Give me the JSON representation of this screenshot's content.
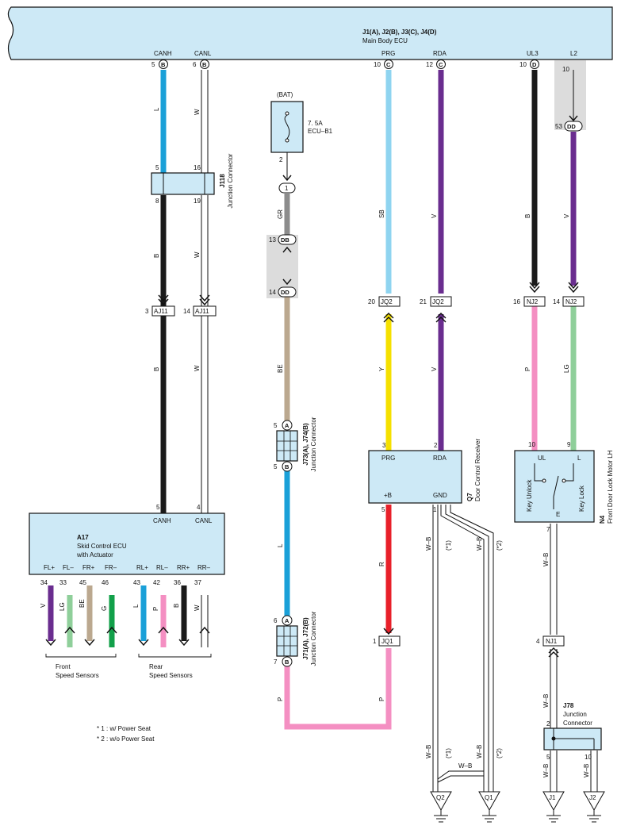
{
  "ecu_main": {
    "title": "J1(A), J2(B), J3(C), J4(D)",
    "name": "Main Body ECU",
    "pins": {
      "canh": {
        "label": "CANH",
        "num": "5",
        "conn": "B"
      },
      "canl": {
        "label": "CANL",
        "num": "6",
        "conn": "B"
      },
      "prg": {
        "label": "PRG",
        "num": "10",
        "conn": "C"
      },
      "rda": {
        "label": "RDA",
        "num": "12",
        "conn": "C"
      },
      "ul3": {
        "label": "UL3",
        "num": "10",
        "conn": "D"
      },
      "l2": {
        "label": "L2",
        "num": "10"
      }
    }
  },
  "j118": {
    "id": "J118",
    "name": "Junction Connector",
    "pin_in_l": "5",
    "pin_in_r": "16",
    "pin_out_l": "8",
    "pin_out_r": "19"
  },
  "aj11": {
    "label": "AJ11",
    "pin_l": "3",
    "pin_r": "14"
  },
  "fuse": {
    "source": "(BAT)",
    "rating": "7. 5A",
    "name": "ECU–B1",
    "pin": "2"
  },
  "junction_1": "1",
  "db": {
    "num": "13",
    "label": "DB"
  },
  "dd1": {
    "num": "14",
    "label": "DD"
  },
  "dd2": {
    "num": "53",
    "label": "DD"
  },
  "j73": {
    "id": "J73(A), J74(B)",
    "name": "Junction Connector",
    "pin_top": "5",
    "conn_top": "A",
    "pin_bot": "5",
    "conn_bot": "B"
  },
  "j71": {
    "id": "J71(A), J72(B)",
    "name": "Junction Connector",
    "pin_top": "6",
    "conn_top": "A",
    "pin_bot": "7",
    "conn_bot": "B"
  },
  "jq2": {
    "label": "JQ2",
    "pin_l": "20",
    "pin_r": "21"
  },
  "jq1": {
    "label": "JQ1",
    "pin": "1"
  },
  "nj2": {
    "label": "NJ2",
    "pin_l": "16",
    "pin_r": "14"
  },
  "nj1": {
    "label": "NJ1",
    "pin": "4"
  },
  "q7": {
    "id": "Q7",
    "name": "Door Control Receiver",
    "prg": "PRG",
    "rda": "RDA",
    "pb": "+B",
    "gnd": "GND",
    "pin_prg": "3",
    "pin_rda": "2",
    "pin_pb": "5",
    "pin_gnd": "1"
  },
  "n4": {
    "id": "N4",
    "name": "Front Door Lock Motor LH",
    "ul": "UL",
    "l": "L",
    "e": "E",
    "key_unlock": "Key Unlock",
    "key_lock": "Key Lock",
    "pin_ul": "10",
    "pin_l": "9",
    "pin_e": "7"
  },
  "a17": {
    "id": "A17",
    "name1": "Skid Control ECU",
    "name2": "with Actuator",
    "canh": "CANH",
    "canl": "CANL",
    "pin_canh": "5",
    "pin_canl": "4",
    "sensors": [
      {
        "label": "FL+",
        "pin": "34",
        "wire": "V"
      },
      {
        "label": "FL–",
        "pin": "33",
        "wire": "LG"
      },
      {
        "label": "FR+",
        "pin": "45",
        "wire": "BE"
      },
      {
        "label": "FR–",
        "pin": "46",
        "wire": "G"
      },
      {
        "label": "RL+",
        "pin": "43",
        "wire": "L"
      },
      {
        "label": "RL–",
        "pin": "42",
        "wire": "P"
      },
      {
        "label": "RR+",
        "pin": "36",
        "wire": "B"
      },
      {
        "label": "RR–",
        "pin": "37",
        "wire": "W"
      }
    ],
    "front_group": [
      "Front",
      "Speed Sensors"
    ],
    "rear_group": [
      "Rear",
      "Speed Sensors"
    ]
  },
  "j78": {
    "id": "J78",
    "name1": "Junction",
    "name2": "Connector",
    "pin_in": "2",
    "pin_out_l": "5",
    "pin_out_r": "10"
  },
  "wires": {
    "canh_l": "L",
    "canh_b1": "B",
    "canh_b2": "B",
    "canl_w1": "W",
    "canl_w2": "W",
    "canl_w3": "W",
    "gr": "GR",
    "be": "BE",
    "l": "L",
    "p": "P",
    "sb": "SB",
    "y": "Y",
    "r": "R",
    "p2": "P",
    "v1": "V",
    "v2": "V",
    "b_ul3": "B",
    "p_nj": "P",
    "v_l2": "V",
    "lg_nj": "LG",
    "wb_e": "W–B",
    "wb_j78": "W–B",
    "wb_j1": "W–B",
    "wb_j2": "W–B",
    "wb_q2a": "W–B",
    "wb_q1a": "W–B",
    "wb_q2b": "W–B",
    "wb_q1b": "W–B",
    "wb_cross": "W–B",
    "star1a": "(*1)",
    "star2a": "(*2)",
    "star1b": "(*1)",
    "star2b": "(*2)"
  },
  "grounds": [
    "Q2",
    "Q1",
    "J1",
    "J2"
  ],
  "notes": [
    "* 1 : w/ Power Seat",
    "* 2 : w/o Power Seat"
  ],
  "colors": {
    "box": "#cde9f6",
    "grey": "#dcdcdc",
    "L": "#1aa0d8",
    "B": "#1a1a1a",
    "W": "#ffffff",
    "GR": "#8c8c8c",
    "BE": "#bba88f",
    "P": "#f48fc2",
    "SB": "#8fd4f0",
    "Y": "#f5e000",
    "R": "#e8202a",
    "V": "#6a2d8f",
    "LG": "#8fcf9a",
    "G": "#12a04a"
  }
}
